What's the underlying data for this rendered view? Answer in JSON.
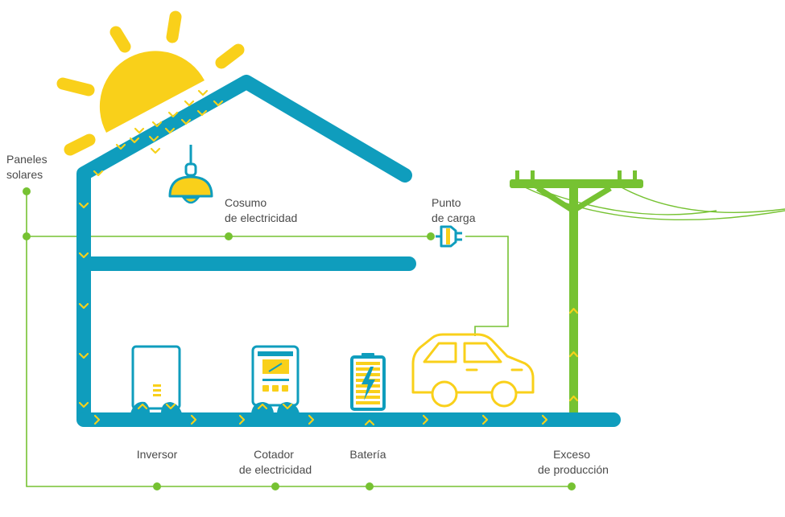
{
  "labels": {
    "solar_panels": [
      "Paneles",
      "solares"
    ],
    "consumption": [
      "Cosumo",
      "de electricidad"
    ],
    "charge_point": [
      "Punto",
      "de carga"
    ],
    "inverter": [
      "Inversor"
    ],
    "meter": [
      "Cotador",
      "de electricidad"
    ],
    "battery": [
      "Batería"
    ],
    "excess": [
      "Exceso",
      "de producción"
    ]
  },
  "colors": {
    "pipe": "#0f9dbd",
    "green": "#76c232",
    "yellow": "#f9d01a",
    "text": "#4a4a4a"
  },
  "icons": {
    "sun": "sun-icon",
    "lamp": "ceiling-lamp-icon",
    "plug": "plug-icon",
    "inverter": "inverter-icon",
    "meter": "electricity-meter-icon",
    "battery": "battery-icon",
    "car": "electric-car-icon",
    "pole": "utility-pole-icon"
  }
}
